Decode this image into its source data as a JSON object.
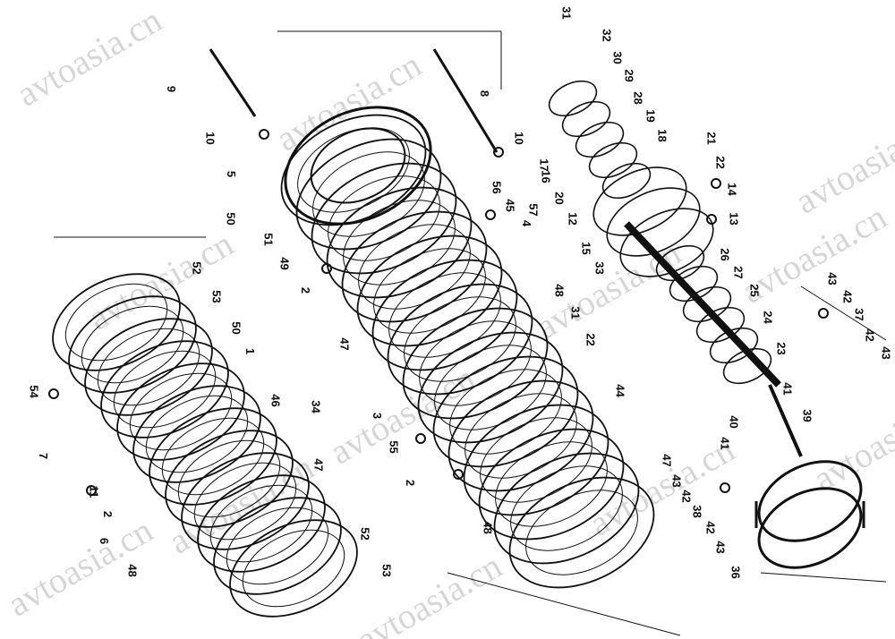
{
  "watermark": "avtoasia.cn",
  "labels": [
    "9",
    "10",
    "8",
    "10",
    "5",
    "50",
    "51",
    "49",
    "2",
    "56",
    "45",
    "57",
    "4",
    "31",
    "32",
    "30",
    "29",
    "28",
    "19",
    "18",
    "17",
    "16",
    "20",
    "21",
    "22",
    "14",
    "12",
    "13",
    "15",
    "33",
    "26",
    "27",
    "25",
    "24",
    "23",
    "31",
    "22",
    "52",
    "53",
    "50",
    "1",
    "46",
    "34",
    "47",
    "48",
    "52",
    "53",
    "54",
    "7",
    "11",
    "2",
    "6",
    "47",
    "48",
    "3",
    "44",
    "55",
    "2",
    "48",
    "47",
    "43",
    "42",
    "38",
    "42",
    "43",
    "36",
    "40",
    "41",
    "41",
    "39",
    "43",
    "42",
    "37",
    "42",
    "43"
  ],
  "colors": {
    "line": "#111111",
    "background": "#ffffff"
  }
}
